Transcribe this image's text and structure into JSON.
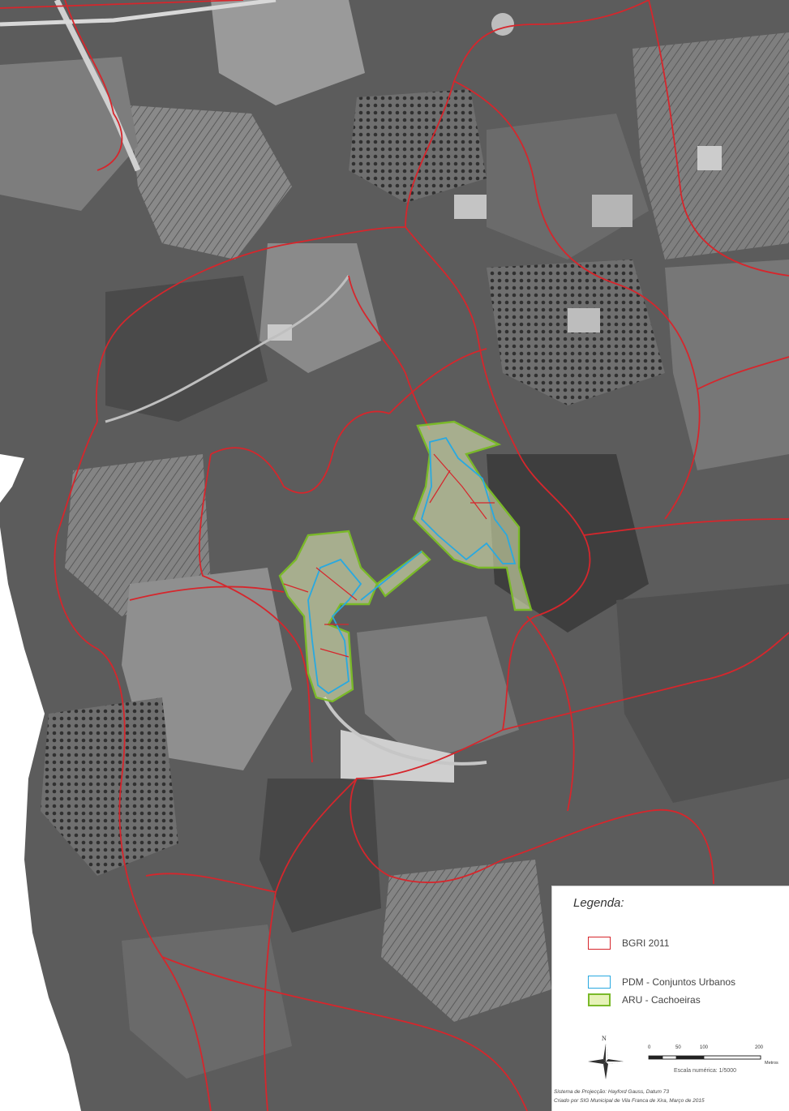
{
  "legend": {
    "title": "Legenda:",
    "items": [
      {
        "label": "BGRI 2011",
        "stroke": "#d6262c",
        "fill": "none"
      },
      {
        "label": "PDM - Conjuntos Urbanos",
        "stroke": "#29a9e0",
        "fill": "none"
      },
      {
        "label": "ARU - Cachoeiras",
        "stroke": "#7ab929",
        "fill": "#e6f2b8"
      }
    ]
  },
  "north": {
    "label": "N"
  },
  "scale": {
    "ticks": [
      "0",
      "50",
      "100",
      "200"
    ],
    "unit": "Metros",
    "text": "Escala numérica: 1/5000"
  },
  "credits": {
    "projection": "Sistema de Projecção: Hayford Gauss, Datum 73",
    "author": "Criado por SIG Municipal de Vila Franca de Xira, Março de 2015"
  },
  "colors": {
    "bgri": "#d6262c",
    "pdm": "#29a9e0",
    "aru": "#7ab929",
    "aru_fill": "#e6f2b8"
  }
}
